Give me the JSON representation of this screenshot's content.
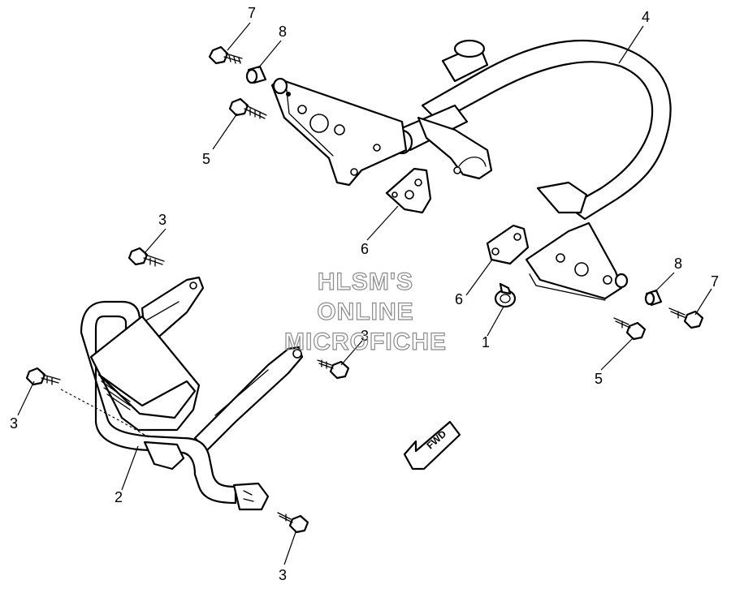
{
  "watermark": {
    "line1": "HLSM'S",
    "line2": "ONLINE",
    "line3": "MICROFICHE"
  },
  "direction_arrow": {
    "label": "FWD"
  },
  "callouts": {
    "c7_top": "7",
    "c8_top": "8",
    "c4": "4",
    "c5_top": "5",
    "c6_top": "6",
    "c3_upper_left": "3",
    "c6_right": "6",
    "c8_right": "8",
    "c7_right": "7",
    "c1": "1",
    "c3_mid": "3",
    "c5_right": "5",
    "c3_left": "3",
    "c2": "2",
    "c3_bottom": "3"
  },
  "colors": {
    "line": "#000000",
    "background": "#ffffff",
    "watermark": "#8a8a8a"
  }
}
